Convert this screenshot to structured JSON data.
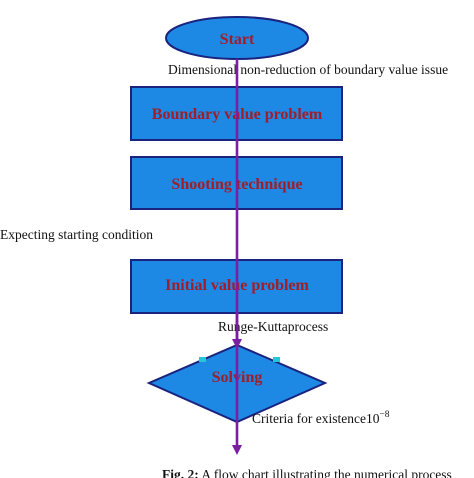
{
  "colors": {
    "box_fill": "#1e88e5",
    "box_border": "#1a237e",
    "arrow": "#7b1fa2",
    "node_text": "#a01e28",
    "diamond_marker": "#26c6da"
  },
  "nodes": {
    "start": "Start",
    "boundary": "Boundary value problem",
    "shooting": "Shooting technique",
    "initial": "Initial value problem",
    "solving": "Solving"
  },
  "edge_labels": {
    "dimensional": "Dimensional non-reduction of boundary value issue",
    "expecting": "Expecting starting condition",
    "runge": "Runge-Kuttaprocess",
    "criteria": "Criteria for existence10",
    "criteria_sup": "−8"
  },
  "caption": {
    "label": "Fig. 2:",
    "text": " A flow chart illustrating the numerical process"
  }
}
